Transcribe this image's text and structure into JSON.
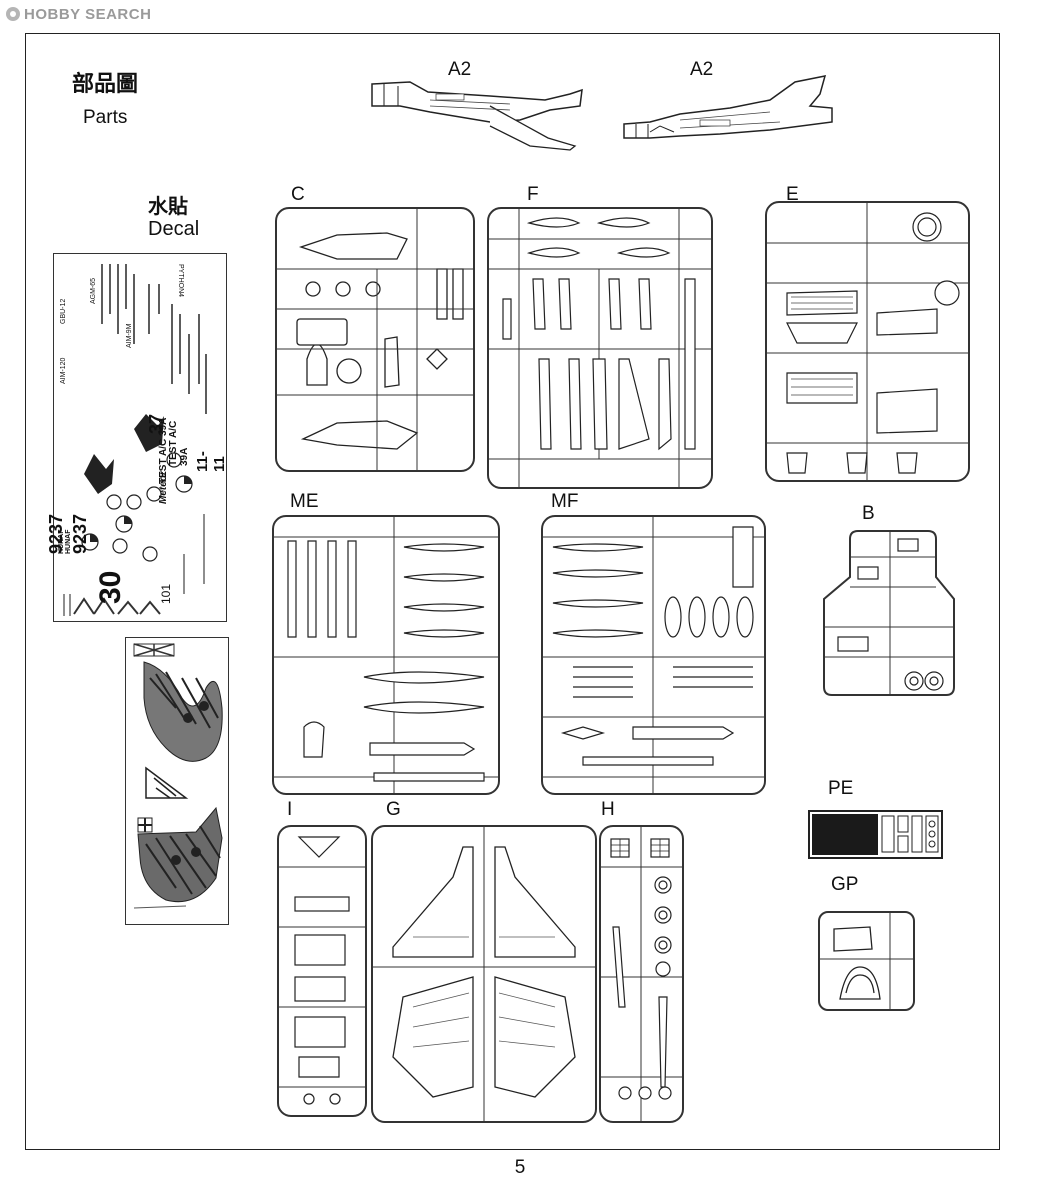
{
  "watermark": {
    "text": "HOBBY SEARCH",
    "icon": "hobby-search-logo-icon"
  },
  "title": {
    "chinese": "部品圖",
    "english": "Parts"
  },
  "decal": {
    "chinese": "水貼",
    "english": "Decal"
  },
  "labels": {
    "a2_left": "A2",
    "a2_right": "A2",
    "c": "C",
    "f": "F",
    "e": "E",
    "me": "ME",
    "mf": "MF",
    "b": "B",
    "i": "I",
    "g": "G",
    "h": "H",
    "pe": "PE",
    "gp": "GP"
  },
  "decal_sheet_text": {
    "numbers_1": "9237",
    "numbers_2": "9237",
    "number_30": "30",
    "number_37": "37",
    "number_11": "11-11",
    "number_101": "101",
    "test_1": "TEST A/C 39A",
    "test_2": "TEST A/C 39A",
    "hunaf_1": "HUNAF",
    "hunaf_2": "HUNAF",
    "aim_1": "AIM-120",
    "aim_2": "AIM-9M",
    "agm": "AGM-65",
    "gbu": "GBU-12",
    "python": "PYTHON4",
    "meteor": "Meteor"
  },
  "page_number": "5",
  "colors": {
    "ink": "#222222",
    "watermark": "#9a9a9a",
    "pe_fill": "#1a1a1a"
  }
}
